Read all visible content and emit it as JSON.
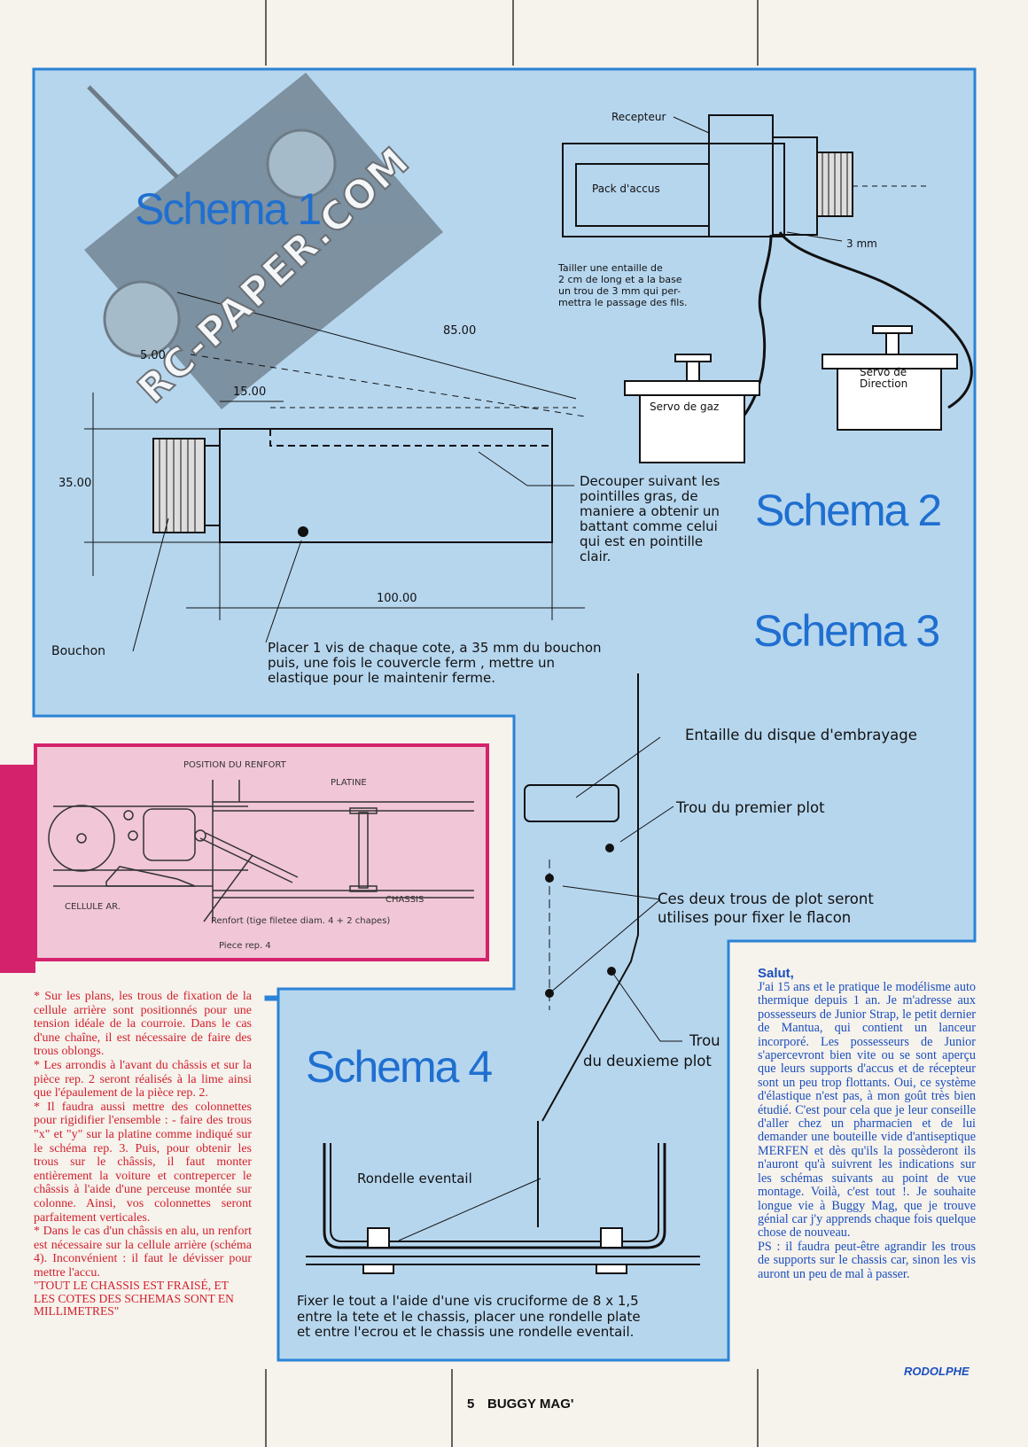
{
  "watermark": "RC-PAPER.COM",
  "schemas": {
    "s1": "Schema 1",
    "s2": "Schema 2",
    "s3": "Schema 3",
    "s4": "Schema 4"
  },
  "schema1": {
    "dim_85": "85.00",
    "dim_5": "5.00",
    "dim_15": "15.00",
    "dim_35": "35.00",
    "dim_100": "100.00",
    "bouchon": "Bouchon",
    "decouper": [
      "Decouper suivant les",
      "pointilles gras, de",
      "maniere a obtenir un",
      "battant comme celui",
      "qui est en pointille",
      "clair."
    ],
    "placer": [
      "Placer 1 vis de chaque cote, a 35 mm du bouchon",
      "puis, une fois le couvercle ferm , mettre un",
      "elastique pour le maintenir ferme."
    ]
  },
  "schema2": {
    "recepteur": "Recepteur",
    "pack": "Pack d'accus",
    "mm3": "3 mm",
    "tailler": [
      "Tailler une entaille de",
      "2 cm de long et a la base",
      "un trou de 3 mm qui per-",
      "mettra le passage des fils."
    ],
    "servo_gaz": "Servo de gaz",
    "servo_dir": [
      "Servo de",
      "Direction"
    ]
  },
  "schema3": {
    "entaille": "Entaille du disque d'embrayage",
    "trou1": "Trou du premier plot",
    "ces": [
      "Ces deux trous de plot seront",
      "utilises pour fixer le flacon"
    ],
    "trou2a": "Trou",
    "trou2b": "du deuxieme plot"
  },
  "schema4": {
    "rondelle": "Rondelle eventail",
    "fixer": [
      "Fixer le tout a l'aide d'une vis cruciforme de 8 x 1,5",
      "entre la tete et le chassis, placer une rondelle plate",
      "et entre l'ecrou et le chassis une rondelle eventail."
    ]
  },
  "piece4": {
    "position": "POSITION DU RENFORT",
    "platine": "PLATINE",
    "chassis": "CHASSIS",
    "cellule": "CELLULE AR.",
    "renfort": "Renfort (tige filetee diam. 4 + 2 chapes)",
    "piece": "Piece rep. 4"
  },
  "left_notes": [
    "* Sur les plans, les trous de fixation de la cellule arrière sont positionnés pour une tension idéale de la courroie. Dans le cas d'une chaîne, il est nécessaire de faire des trous oblongs.",
    "* Les arrondis à l'avant du châssis et sur la pièce rep. 2 seront réalisés à la lime ainsi que l'épaulement de la pièce rep. 2.",
    "* Il faudra aussi mettre des colonnettes pour rigidifier l'ensemble : - faire des trous \"x\" et \"y\" sur la platine comme indiqué sur le schéma rep. 3. Puis, pour obtenir les trous sur le châssis, il faut monter entièrement la voiture et contrepercer le châssis à l'aide d'une perceuse montée sur colonne. Ainsi, vos colonnettes seront parfaitement verticales.",
    "* Dans le cas d'un châssis en alu, un renfort est nécessaire sur la cellule arrière (schéma 4). Inconvénient : il faut le dévisser pour mettre l'accu.",
    "\"TOUT LE CHASSIS EST FRAISÉ, ET LES COTES DES SCHEMAS SONT EN MILLIMETRES\""
  ],
  "letter": {
    "heading": "Salut,",
    "body": "J'ai 15 ans et le pratique le modélisme auto thermique depuis 1 an. Je m'adresse aux possesseurs de Junior Strap, le petit dernier de Mantua, qui contient un lanceur incorporé. Les possesseurs de Junior s'apercevront bien vite ou se sont aperçu que leurs supports d'accus et de récepteur sont un peu trop flottants. Oui, ce système d'élastique n'est pas, à mon goût très bien étudié. C'est pour cela que je leur conseille d'aller chez un pharmacien et de lui demander une bouteille vide d'antiseptique MERFEN et dès qu'ils la possèderont ils n'auront qu'à suivrent les indications sur les schémas suivants au point de vue montage. Voilà, c'est tout !. Je souhaite longue vie à Buggy Mag, que je trouve génial car j'y apprends chaque fois quelque chose de nouveau.",
    "ps": "PS : il faudra peut-être agrandir les trous de supports sur le chassis car, sinon les vis auront un peu de mal à passer.",
    "signature": "RODOLPHE"
  },
  "footer": {
    "page": "5",
    "mag": "BUGGY MAG'"
  },
  "colors": {
    "panel_blue": "#b6d6ee",
    "border_blue": "#2a83d6",
    "title_blue": "#1f6fd0",
    "pink_panel": "#f1c6d6",
    "pink_border": "#d4226c",
    "red_text": "#d21f2c"
  }
}
